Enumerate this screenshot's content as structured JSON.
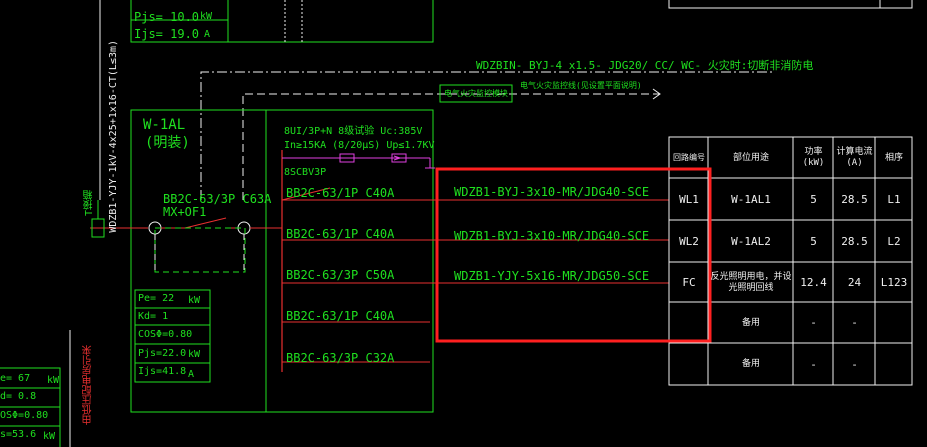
{
  "top_box": {
    "pjs": "Pjs= 10.0",
    "pjs_unit": "kW",
    "ijs": "Ijs= 19.0",
    "ijs_unit": "A"
  },
  "fire_cable": "WDZBIN- BYJ-4 x1.5- JDG20/ CC/ WC- 火灾时:切断非消防电",
  "fire_monitor_box": "电气火灾监控模块",
  "fire_monitor_line": "电气火灾监控线(见设置平面说明)",
  "feeder_vertical": "WDZB1-YJY-1kV-4x25+1x16-CT(L≤3m)",
  "feeder_from": "T接箱",
  "cabinet": {
    "name": "W-1AL",
    "mount": "(明装)",
    "main_breaker": "BB2C-63/3P C63A",
    "main_breaker_aux": "MX+OF1",
    "spd_line1": "8UI/3P+N 8级试验 Uc:385V",
    "spd_line2": "In≥15KA (8/20μS) Up≤1.7KV",
    "spd_breaker": "8SCBV3P"
  },
  "summary": {
    "pe": "Pe= 22",
    "pe_unit": "kW",
    "kd": "Kd= 1",
    "cos": "COSΦ=0.80",
    "pjs": "Pjs=22.0",
    "pjs_unit": "kW",
    "ijs": "Ijs=41.8",
    "ijs_unit": "A"
  },
  "branches": [
    {
      "breaker": "BB2C-63/1P C40A",
      "cable": "WDZB1-BYJ-3x10-MR/JDG40-SCE"
    },
    {
      "breaker": "BB2C-63/1P C40A",
      "cable": "WDZB1-BYJ-3x10-MR/JDG40-SCE"
    },
    {
      "breaker": "BB2C-63/3P C50A",
      "cable": "WDZB1-YJY-5x16-MR/JDG50-SCE"
    },
    {
      "breaker": "BB2C-63/1P C40A",
      "cable": ""
    },
    {
      "breaker": "BB2C-63/3P C32A",
      "cable": ""
    }
  ],
  "table": {
    "headers": [
      "回路编号",
      "部位用途",
      "功率(kW)",
      "计算电流(A)",
      "相序"
    ],
    "rows": [
      [
        "WL1",
        "W-1AL1",
        "5",
        "28.5",
        "L1"
      ],
      [
        "WL2",
        "W-1AL2",
        "5",
        "28.5",
        "L2"
      ],
      [
        "FC",
        "反光照明用电，并设光照明回线",
        "12.4",
        "24",
        "L123"
      ],
      [
        "",
        "备用",
        "-",
        "-",
        ""
      ],
      [
        "",
        "备用",
        "-",
        "-",
        ""
      ]
    ]
  },
  "left_box": {
    "pe": "e= 67",
    "pe_unit": "kW",
    "kd": "d= 0.8",
    "cos": "OSΦ=0.80",
    "pjs": "s=53.6",
    "pjs_unit": "kW"
  },
  "left_vertical": "由低压配电房引来",
  "colors": {
    "wire_green": "#1fe01f",
    "wire_red": "#e83030",
    "wire_magenta": "#e040e0",
    "text_white": "#f0f0f0",
    "highlight_red": "#ff2020",
    "background": "#000000"
  }
}
